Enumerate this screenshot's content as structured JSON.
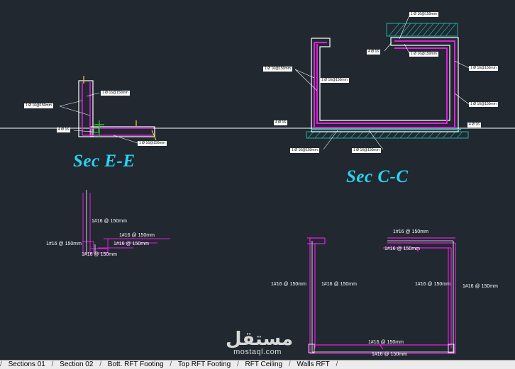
{
  "titles": {
    "sec_ee": "Sec E-E",
    "sec_cc": "Sec C-C"
  },
  "labels": {
    "ee_wall_upper": "1 Ø 16@150mm",
    "ee_wall_left": "1 Ø 16@150mm",
    "ee_corner_left": "4 Ø 16",
    "ee_footing": "1 Ø 16@150mm",
    "cc_top_a": "1 Ø 16@150mm",
    "cc_top_b": "1 Ø 16@150mm",
    "cc_top_c": "4 Ø 16",
    "cc_left_wall": "1 Ø 16@150mm",
    "cc_left_inner": "1 Ø 16@150mm",
    "cc_right_wall": "1 Ø 16@150mm",
    "cc_right_inner": "1 Ø 16@150mm",
    "cc_base_left": "4 Ø 16",
    "cc_base_right": "4 Ø 16",
    "cc_bottom_a": "1 Ø 16@150mm",
    "cc_bottom_b": "1 Ø 16@150mm"
  },
  "dims": {
    "l1": "1#16 @ 150mm",
    "l2": "1#16 @ 150mm",
    "l3": "1#16 @ 150mm",
    "l4": "1#16 @ 150mm",
    "l5": "1#16 @ 150mm",
    "r1": "1#16 @ 150mm",
    "r2": "1#16 @ 150mm",
    "r3": "1#16 @ 150mm",
    "r4": "1#16 @ 150mm",
    "r5": "1#16 @ 150mm",
    "r6": "1#16 @ 150mm",
    "r7": "1#16 @ 150mm",
    "r8": "1#16 @ 150mm"
  },
  "tabs": [
    "Sections 01",
    "Section 02",
    "Bott. RFT Footing",
    "Top RFT Footing",
    "RFT Ceiling",
    "Walls RFT"
  ],
  "watermark": {
    "arabic": "مستقل",
    "latin": "mostaql.com"
  },
  "colors": {
    "background": "#212830",
    "title": "#29d3f0",
    "rebar": "#e020e0",
    "concrete": "#ffffff",
    "hatch": "#1fb0a8"
  }
}
